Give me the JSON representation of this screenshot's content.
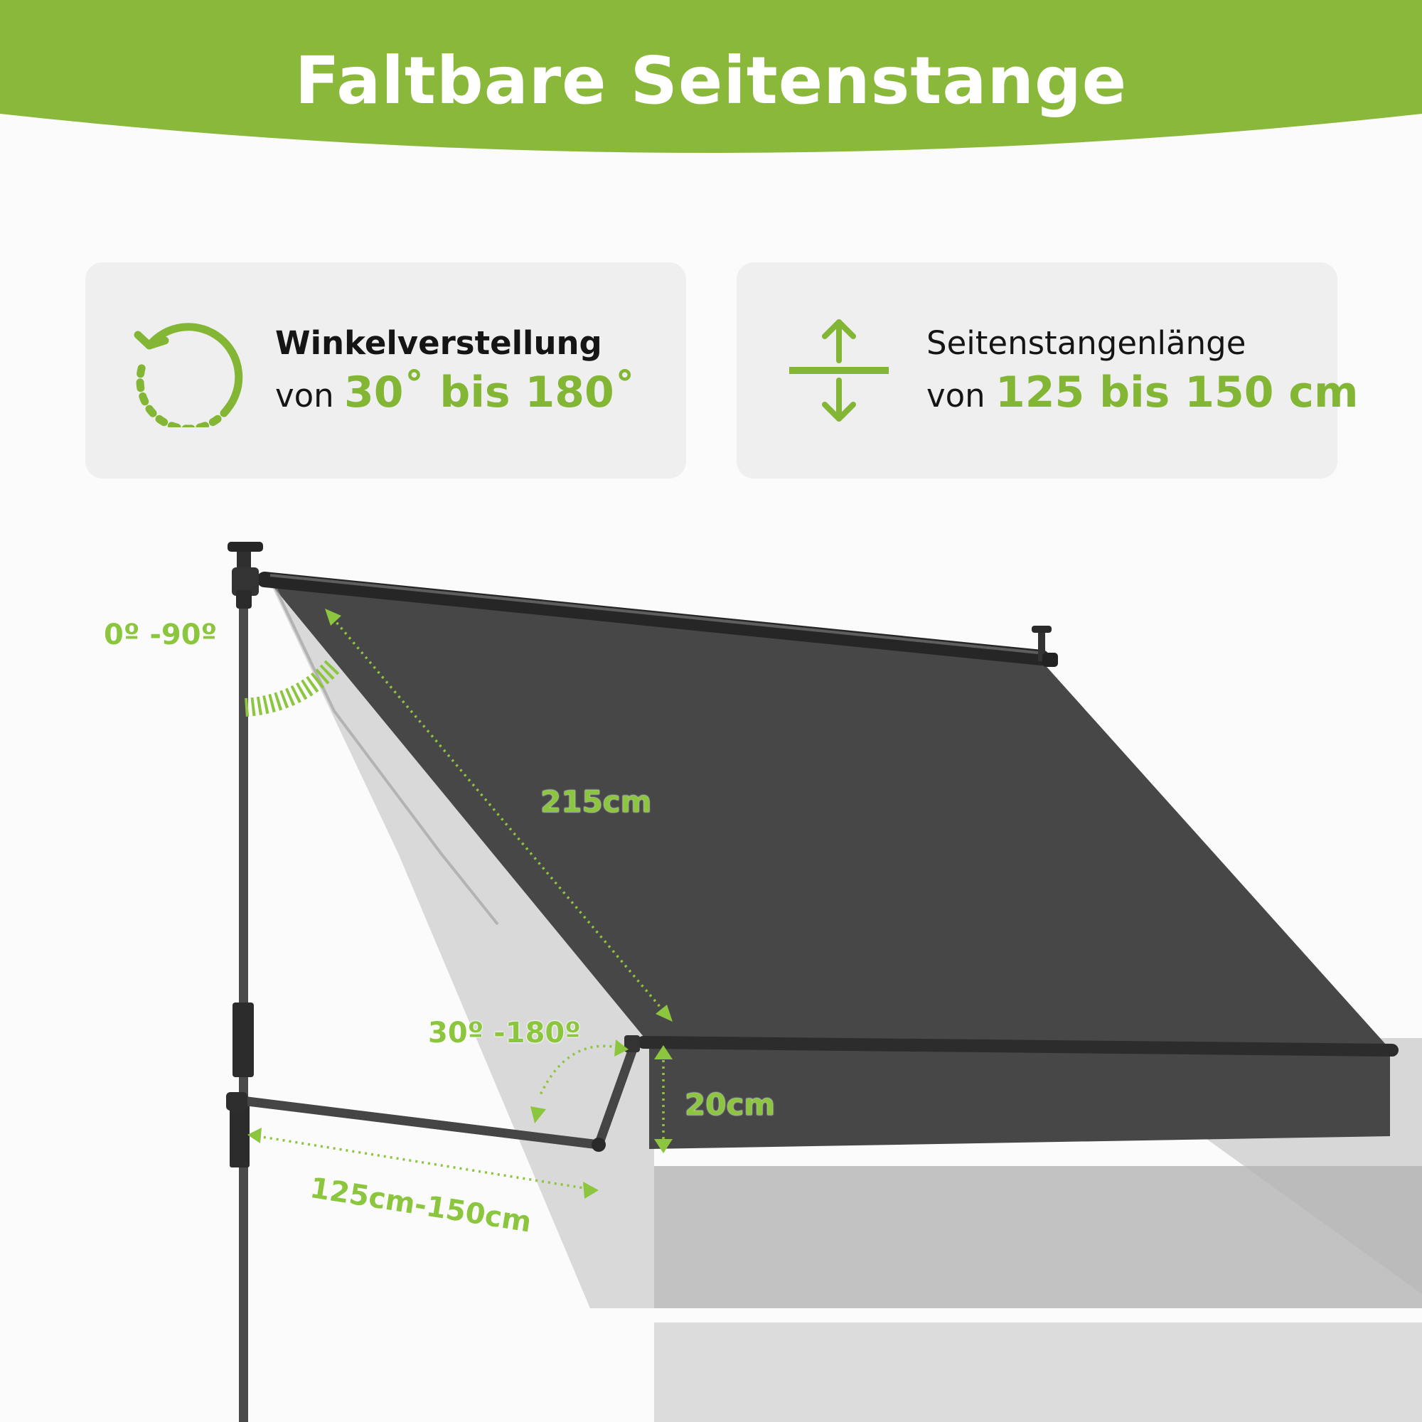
{
  "header": {
    "title": "Faltbare Seitenstange"
  },
  "features": [
    {
      "icon": "rotate-arrow-icon",
      "line1": "Winkelverstellung",
      "line2_prefix": "von",
      "line2_value": "30˚ bis 180˚"
    },
    {
      "icon": "up-down-arrows-icon",
      "line1": "Seitenstangenlänge",
      "line2_prefix": "von",
      "line2_value": "125 bis 150 cm"
    }
  ],
  "dimensions": {
    "pivot_angle": "0º -90º",
    "awning_length": "215cm",
    "arm_angle": "30º -180º",
    "valance_height": "20cm",
    "arm_length": "125cm-150cm"
  },
  "colors": {
    "accent": "#8cc63f",
    "accent_dark": "#84b636",
    "card_bg": "#efefef",
    "awning_fabric": "#474747"
  }
}
